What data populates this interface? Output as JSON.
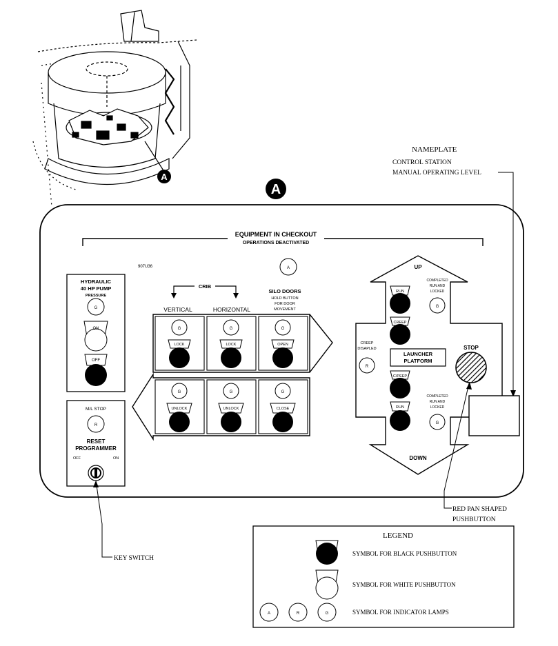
{
  "callout_letter": "A",
  "nameplate": {
    "title": "NAMEPLATE",
    "line1": "CONTROL STATION",
    "line2": "MANUAL OPERATING LEVEL"
  },
  "panel": {
    "header_line1": "EQUIPMENT IN CHECKOUT",
    "header_line2": "OPERATIONS DEACTIVATED",
    "drawing_number": "907U36",
    "top_lamp": "A",
    "hydraulic": {
      "title1": "HYDRAULIC",
      "title2": "40 HP PUMP",
      "title3": "PRESSURE",
      "lamp": "G",
      "on_label": "ON",
      "off_label": "OFF"
    },
    "ml_stop": {
      "title": "M/L STOP",
      "lamp": "R",
      "reset1": "RESET",
      "reset2": "PROGRAMMER",
      "off_label": "OFF",
      "on_label": "ON"
    },
    "crib": {
      "label": "CRIB",
      "vertical": "VERTICAL",
      "horizontal": "HORIZONTAL"
    },
    "silo_doors": {
      "title": "SILO DOORS",
      "sub1": "HOLD BUTTON",
      "sub2": "FOR DOOR",
      "sub3": "MOVEMENT"
    },
    "cells": {
      "top": [
        {
          "lamp": "G",
          "button": "LOCK"
        },
        {
          "lamp": "G",
          "button": "LOCK"
        },
        {
          "lamp": "G",
          "button": "OPEN"
        }
      ],
      "bottom": [
        {
          "lamp": "G",
          "button": "UNLOCK"
        },
        {
          "lamp": "G",
          "button": "UNLOCK"
        },
        {
          "lamp": "G",
          "button": "CLOSE"
        }
      ]
    },
    "launcher": {
      "up": "UP",
      "down": "DOWN",
      "platform1": "LAUNCHER",
      "platform2": "PLATFORM",
      "run": "RUN",
      "creep": "CREEP",
      "creep_upper": "CREEP",
      "creep_lower": "C/PEEP",
      "creep_disabled1": "CREEP",
      "creep_disabled2": "DISAPLED",
      "creep_disabled_lamp": "R",
      "completed1": "COMPLETED",
      "completed2": "RUN AND",
      "completed3": "LOCKED",
      "lamp": "G",
      "stop": "STOP"
    }
  },
  "callouts": {
    "key_switch": "KEY SWITCH",
    "red_pan1": "RED PAN SHAPED",
    "red_pan2": "PUSHBUTTON"
  },
  "legend": {
    "title": "LEGEND",
    "black": "SYMBOL FOR BLACK PUSHBUTTON",
    "white": "SYMBOL FOR WHITE PUSHBUTTON",
    "lamps": "SYMBOL FOR INDICATOR LAMPS",
    "lamp_a": "A",
    "lamp_r": "R",
    "lamp_g": "G"
  }
}
